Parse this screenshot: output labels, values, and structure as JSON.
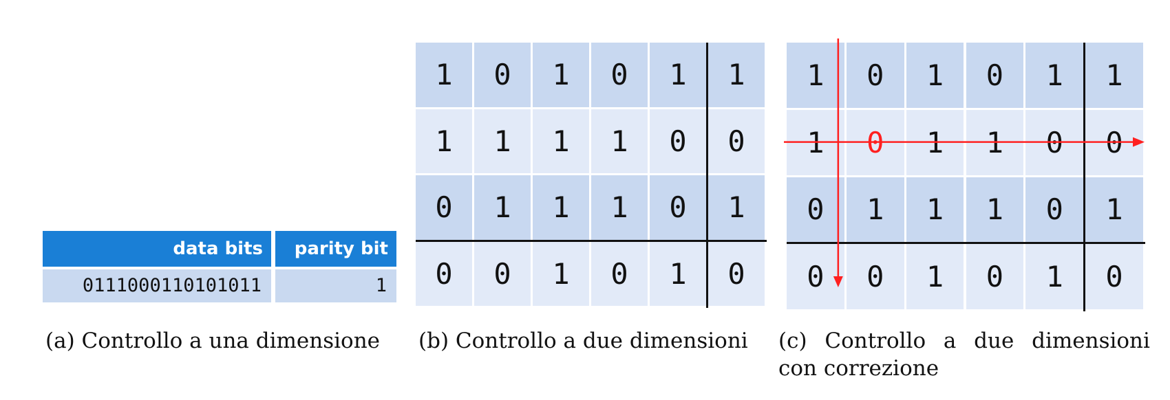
{
  "table_a": {
    "header_data": "data bits",
    "header_parity": "parity bit",
    "data_bits": "0111000110101011",
    "parity_bit": "1"
  },
  "grid_b": {
    "rows": [
      [
        "1",
        "0",
        "1",
        "0",
        "1",
        "1"
      ],
      [
        "1",
        "1",
        "1",
        "1",
        "0",
        "0"
      ],
      [
        "0",
        "1",
        "1",
        "1",
        "0",
        "1"
      ],
      [
        "0",
        "0",
        "1",
        "0",
        "1",
        "0"
      ]
    ]
  },
  "grid_c": {
    "rows": [
      [
        "1",
        "0",
        "1",
        "0",
        "1",
        "1"
      ],
      [
        "1",
        "0",
        "1",
        "1",
        "0",
        "0"
      ],
      [
        "0",
        "1",
        "1",
        "1",
        "0",
        "1"
      ],
      [
        "0",
        "0",
        "1",
        "0",
        "1",
        "0"
      ]
    ],
    "error_row": 1,
    "error_col": 1,
    "arrow_color": "#ff2020",
    "error_color": "#ff2020"
  },
  "captions": {
    "a": "(a) Controllo a una dimensione",
    "b": "(b) Controllo a due dimensioni",
    "c_words": [
      "(c)",
      "Controllo",
      "a",
      "due",
      "dimensioni"
    ],
    "c_line2": "con correzione"
  }
}
